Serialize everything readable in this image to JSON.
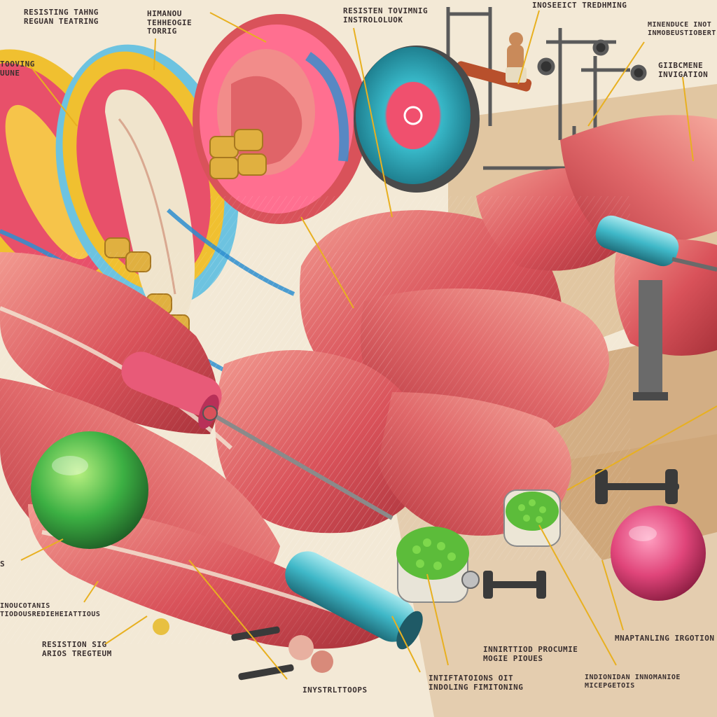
{
  "colors": {
    "paper": "#f3e9d6",
    "muscle": "#d9525a",
    "muscle_light": "#f08a86",
    "fat": "#f0c030",
    "vessel_blue": "#2e8fd0",
    "leader_line": "#e8b020",
    "ball_green": "#3cb043",
    "ball_pink": "#e0457a",
    "roller_teal": "#3fb8c8",
    "wood": "#c89a68"
  },
  "labels": [
    {
      "name": "label-top-left",
      "text": "RESISTING TAHNG\nREGUAN TEATRING"
    },
    {
      "name": "label-top-center-left",
      "text": "HIMANOU\nTEHHEOGIE\nTORRIG"
    },
    {
      "name": "label-top-center",
      "text": "RESISTEN TOVIMNIG\nINSTROLOLUOK"
    },
    {
      "name": "label-top-right",
      "text": "INOSEEICT TREDHMING"
    },
    {
      "name": "label-right-upper",
      "text": "MINENDUCE INOT\nINMOBEUSTIOBERT"
    },
    {
      "name": "label-right-middle",
      "text": "GIIBCMENE\nINVIGATION"
    },
    {
      "name": "label-left-edge",
      "text": "TOOVING\nUUNE"
    },
    {
      "name": "label-left-lower",
      "text": "INOUCOTANIS\nTIODOUSREDIEHEIATTIOUS"
    },
    {
      "name": "label-left-bottom",
      "text": "RESISTION SIG\nARIOS TREGTEUM"
    },
    {
      "name": "label-bottom-center",
      "text": "INYSTRLTTOOPS"
    },
    {
      "name": "label-bottom-mid",
      "text": "INTIFTATOIONS OIT\nINDOLING FIMITONING"
    },
    {
      "name": "label-bottom-right-mid",
      "text": "INNIRTTIOD PROCUMIE\nMOGIE PIOUES"
    },
    {
      "name": "label-bottom-right",
      "text": "INDIONIDAN INNOMANIOE\nMICEPGETOIS"
    },
    {
      "name": "label-right-lower",
      "text": "MNAPTANLING IRGOTION"
    },
    {
      "name": "label-small-left",
      "text": "S"
    }
  ]
}
